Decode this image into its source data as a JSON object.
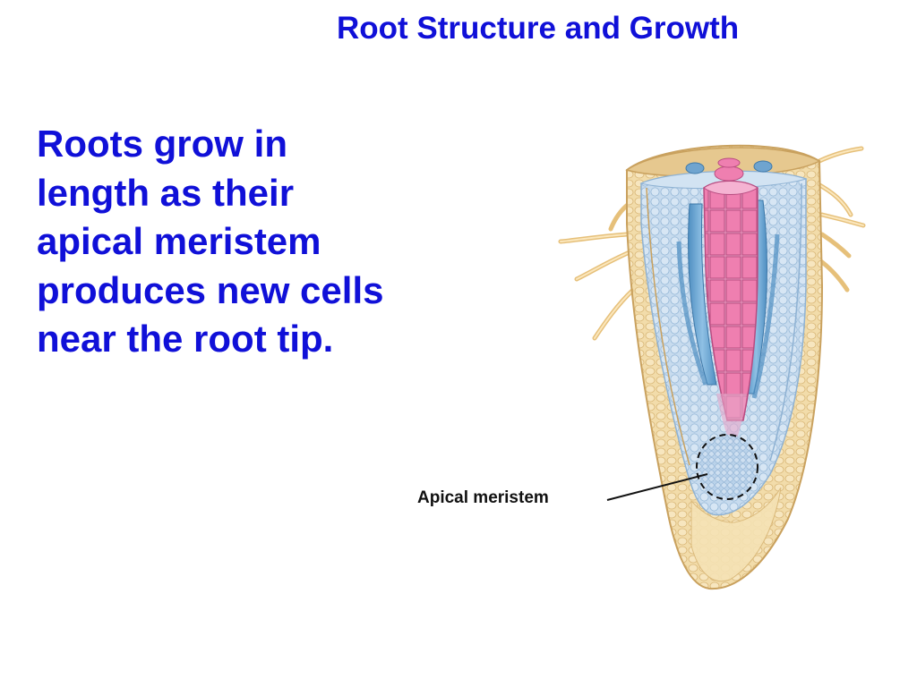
{
  "slide": {
    "title": "Root Structure and Growth",
    "body_lines": [
      "Roots grow in",
      "length as their",
      "apical meristem",
      "produces new cells",
      "near the root tip."
    ]
  },
  "diagram": {
    "callout_label": "Apical meristem",
    "colors": {
      "text_blue": "#1010d8",
      "epidermis": "#f1d9a6",
      "epidermis_outline": "#c9a15e",
      "cortex": "#c9dcee",
      "cortex_outline": "#8fb2d3",
      "stele_pink": "#e78fb8",
      "stele_pink_dark": "#c8578e",
      "phloem_blue": "#5d9cc9",
      "root_cap": "#f5e2b4"
    }
  }
}
